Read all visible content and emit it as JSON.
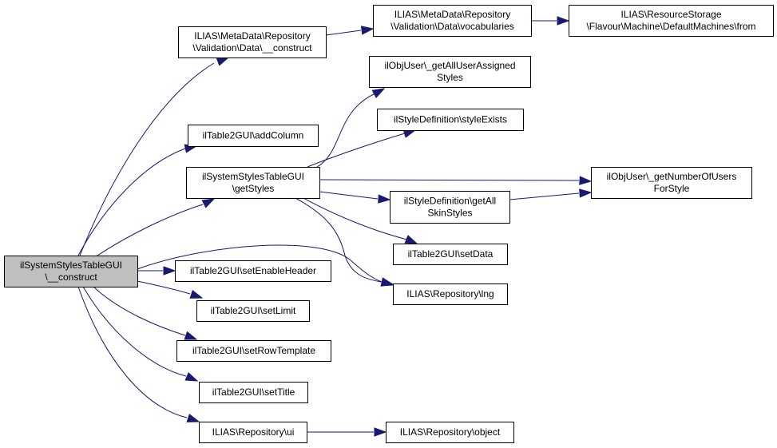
{
  "diagram": {
    "type": "call-graph",
    "colors": {
      "edge": "#191970",
      "node_border": "#000000",
      "node_fill": "#ffffff",
      "root_fill": "#bfbfbf"
    },
    "nodes": [
      {
        "id": "root",
        "lines": [
          "ilSystemStylesTableGUI",
          "\\__construct"
        ],
        "root": true
      },
      {
        "id": "md_construct",
        "lines": [
          "ILIAS\\MetaData\\Repository",
          "\\Validation\\Data\\__construct"
        ]
      },
      {
        "id": "md_vocab",
        "lines": [
          "ILIAS\\MetaData\\Repository",
          "\\Validation\\Data\\vocabularies"
        ]
      },
      {
        "id": "rs_from",
        "lines": [
          "ILIAS\\ResourceStorage",
          "\\Flavour\\Machine\\DefaultMachines\\from"
        ]
      },
      {
        "id": "addColumn",
        "lines": [
          "ilTable2GUI\\addColumn"
        ]
      },
      {
        "id": "getStyles",
        "lines": [
          "ilSystemStylesTableGUI",
          "\\getStyles"
        ]
      },
      {
        "id": "getAllUserAssigned",
        "lines": [
          "ilObjUser\\_getAllUserAssigned",
          "Styles"
        ]
      },
      {
        "id": "styleExists",
        "lines": [
          "ilStyleDefinition\\styleExists"
        ]
      },
      {
        "id": "getNumberOfUsers",
        "lines": [
          "ilObjUser\\_getNumberOfUsers",
          "ForStyle"
        ]
      },
      {
        "id": "getAllSkinStyles",
        "lines": [
          "ilStyleDefinition\\getAll",
          "SkinStyles"
        ]
      },
      {
        "id": "setData",
        "lines": [
          "ilTable2GUI\\setData"
        ]
      },
      {
        "id": "lng",
        "lines": [
          "ILIAS\\Repository\\lng"
        ]
      },
      {
        "id": "setEnableHeader",
        "lines": [
          "ilTable2GUI\\setEnableHeader"
        ]
      },
      {
        "id": "setLimit",
        "lines": [
          "ilTable2GUI\\setLimit"
        ]
      },
      {
        "id": "setRowTemplate",
        "lines": [
          "ilTable2GUI\\setRowTemplate"
        ]
      },
      {
        "id": "setTitle",
        "lines": [
          "ilTable2GUI\\setTitle"
        ]
      },
      {
        "id": "ui",
        "lines": [
          "ILIAS\\Repository\\ui"
        ]
      },
      {
        "id": "object",
        "lines": [
          "ILIAS\\Repository\\object"
        ]
      }
    ],
    "edges": [
      {
        "from": "root",
        "to": "md_construct"
      },
      {
        "from": "root",
        "to": "addColumn"
      },
      {
        "from": "root",
        "to": "getStyles"
      },
      {
        "from": "root",
        "to": "lng"
      },
      {
        "from": "root",
        "to": "setEnableHeader"
      },
      {
        "from": "root",
        "to": "setLimit"
      },
      {
        "from": "root",
        "to": "setRowTemplate"
      },
      {
        "from": "root",
        "to": "setTitle"
      },
      {
        "from": "root",
        "to": "ui"
      },
      {
        "from": "md_construct",
        "to": "md_vocab"
      },
      {
        "from": "md_vocab",
        "to": "rs_from"
      },
      {
        "from": "getStyles",
        "to": "getAllUserAssigned"
      },
      {
        "from": "getStyles",
        "to": "styleExists"
      },
      {
        "from": "getStyles",
        "to": "getNumberOfUsers"
      },
      {
        "from": "getStyles",
        "to": "getAllSkinStyles"
      },
      {
        "from": "getStyles",
        "to": "setData"
      },
      {
        "from": "getStyles",
        "to": "lng"
      },
      {
        "from": "getAllSkinStyles",
        "to": "getNumberOfUsers"
      },
      {
        "from": "ui",
        "to": "object"
      }
    ]
  }
}
